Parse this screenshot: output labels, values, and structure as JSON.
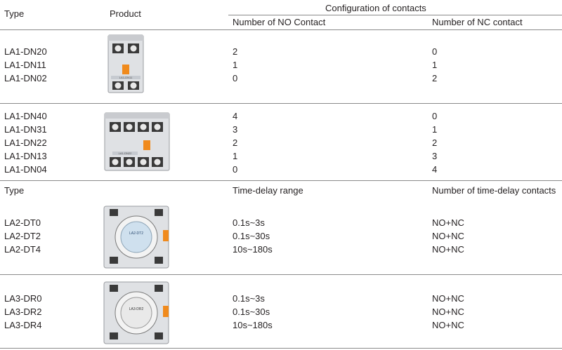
{
  "header1": {
    "type": "Type",
    "product": "Product",
    "configuration": "Configuration of contacts",
    "no_contact": "Number of NO Contact",
    "nc_contact": "Number of NC contact"
  },
  "group1": {
    "types": [
      "LA1-DN20",
      "LA1-DN11",
      "LA1-DN02"
    ],
    "no": [
      "2",
      "1",
      "0"
    ],
    "nc": [
      "0",
      "1",
      "2"
    ],
    "product_label": "LA1-DN11"
  },
  "group2": {
    "types": [
      "LA1-DN40",
      "LA1-DN31",
      "LA1-DN22",
      "LA1-DN13",
      "LA1-DN04"
    ],
    "no": [
      "4",
      "3",
      "2",
      "1",
      "0"
    ],
    "nc": [
      "0",
      "1",
      "2",
      "3",
      "4"
    ],
    "product_label": "LA1-DN22"
  },
  "header2": {
    "type": "Type",
    "time_delay_range": "Time-delay range",
    "num_time_delay": "Number of time-delay contacts"
  },
  "group3": {
    "types": [
      "LA2-DT0",
      "LA2-DT2",
      "LA2-DT4"
    ],
    "range": [
      "0.1s~3s",
      "0.1s~30s",
      "10s~180s"
    ],
    "contacts": [
      "NO+NC",
      "NO+NC",
      "NO+NC"
    ],
    "product_label": "LA2-DT2"
  },
  "group4": {
    "types": [
      "LA3-DR0",
      "LA3-DR2",
      "LA3-DR4"
    ],
    "range": [
      "0.1s~3s",
      "0.1s~30s",
      "10s~180s"
    ],
    "contacts": [
      "NO+NC",
      "NO+NC",
      "NO+NC"
    ],
    "product_label": "LA3-DR2"
  },
  "colors": {
    "rule": "#8a8a8a",
    "orange_tab": "#f08a1c",
    "device_body": "#dfe1e4"
  }
}
